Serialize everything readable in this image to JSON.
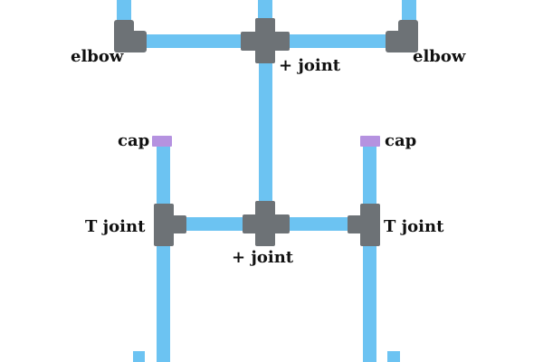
{
  "colors": {
    "pipe": "#6cc3f2",
    "fitting": "#6d7276",
    "cap": "#b592e0",
    "label": "#111111",
    "background": "#ffffff"
  },
  "labels": {
    "elbow_left": "elbow",
    "elbow_right": "elbow",
    "cross_top": "+ joint",
    "cap_left": "cap",
    "cap_right": "cap",
    "tee_left": "T joint",
    "tee_right": "T joint",
    "cross_bottom": "+ joint"
  }
}
